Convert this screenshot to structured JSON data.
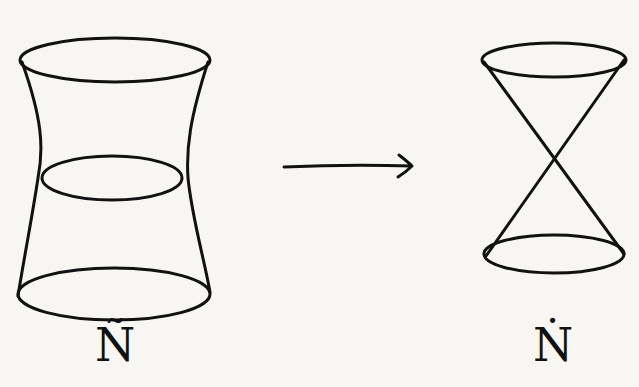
{
  "diagram": {
    "nodes": [
      {
        "text": [
          "Ñ"
        ]
      },
      {
        "text": [
          "Ṅ"
        ]
      }
    ],
    "edges": [
      {
        "from": 0,
        "to": 1,
        "arrow": "to"
      }
    ]
  }
}
